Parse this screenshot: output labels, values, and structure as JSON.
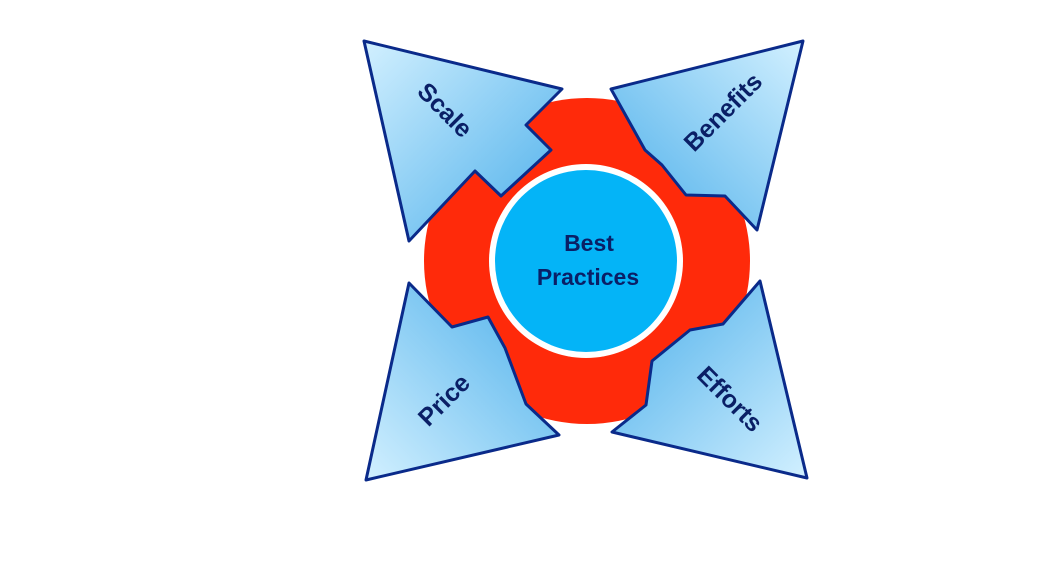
{
  "center": {
    "line1": "Best",
    "line2": "Practices"
  },
  "arrows": [
    {
      "id": "scale",
      "label": "Scale"
    },
    {
      "id": "benefits",
      "label": "Benefits"
    },
    {
      "id": "price",
      "label": "Price"
    },
    {
      "id": "efforts",
      "label": "Efforts"
    }
  ],
  "colors": {
    "ring": "#ff2a0a",
    "hub": "#04b4f7",
    "arrow_fill_light": "#cdeeff",
    "arrow_fill_dark": "#55b5ef",
    "outline": "#0a2a8a",
    "text": "#0a1f66"
  }
}
